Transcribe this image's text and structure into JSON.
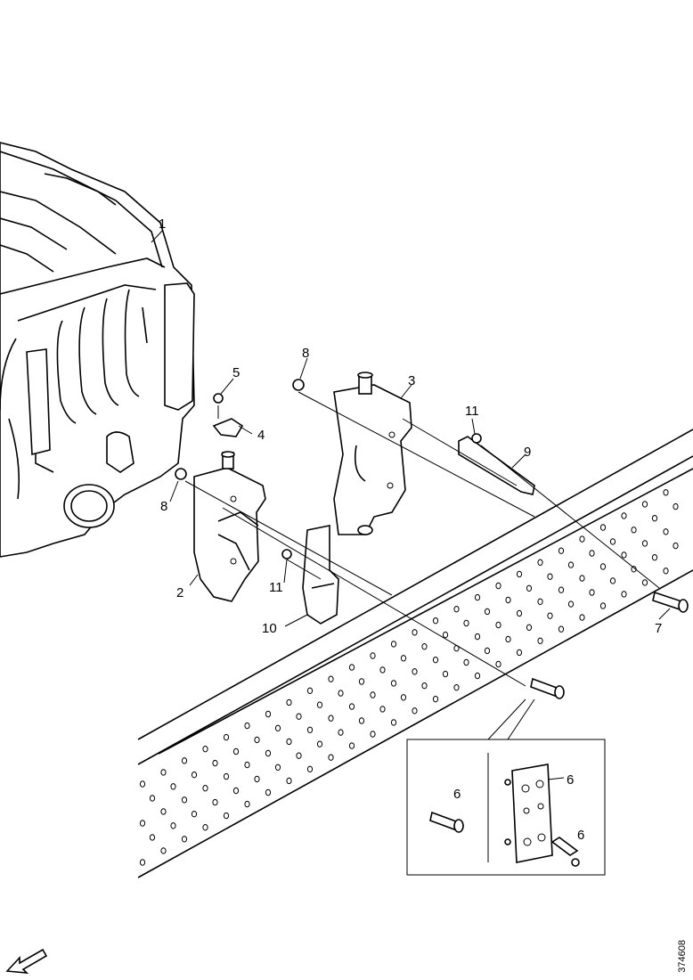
{
  "callouts": {
    "c1": "1",
    "c2": "2",
    "c3": "3",
    "c4": "4",
    "c5": "5",
    "c6a": "6",
    "c6b": "6",
    "c6c": "6",
    "c7": "7",
    "c8a": "8",
    "c8b": "8",
    "c9": "9",
    "c10": "10",
    "c11a": "11",
    "c11b": "11"
  },
  "document_number": "374608",
  "icons": {
    "orientation_arrow": "direction-arrow-icon"
  }
}
